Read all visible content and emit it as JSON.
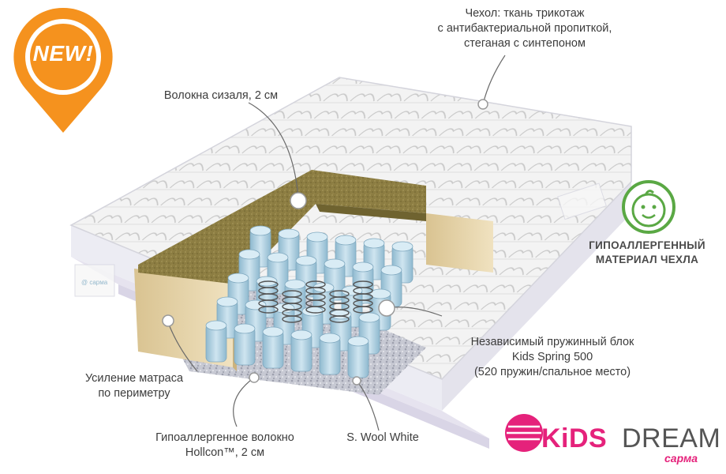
{
  "badge_new": {
    "text": "NEW!"
  },
  "labels": {
    "cover": [
      "Чехол: ткань трикотаж",
      "с антибактериальной пропиткой,",
      "стеганая с синтепоном"
    ],
    "sisal": [
      "Волокна сизаля, 2 см"
    ],
    "spring": [
      "Независимый пружинный блок",
      "Kids Spring 500",
      "(520 пружин/спальное место)"
    ],
    "perimeter": [
      "Усиление матраса",
      "по периметру"
    ],
    "hollcon": [
      "Гипоаллергенное волокно",
      "Hollcon™, 2 см"
    ],
    "wool": [
      "S. Wool White"
    ]
  },
  "hypo_badge": {
    "lines": [
      "ГИПОАЛЛЕРГЕННЫЙ",
      "МАТЕРИАЛ ЧЕХЛА"
    ],
    "icon": "baby-face-icon",
    "color": "#5aa844"
  },
  "brand": {
    "kids": "KiDS",
    "dream": "DREAM",
    "sub": "сарма",
    "color": "#e5227b"
  },
  "colors": {
    "orange": "#f5921e",
    "sisal": "#8a7a3e",
    "spring": "#a9cde0",
    "foam": "#e8d5ad"
  }
}
